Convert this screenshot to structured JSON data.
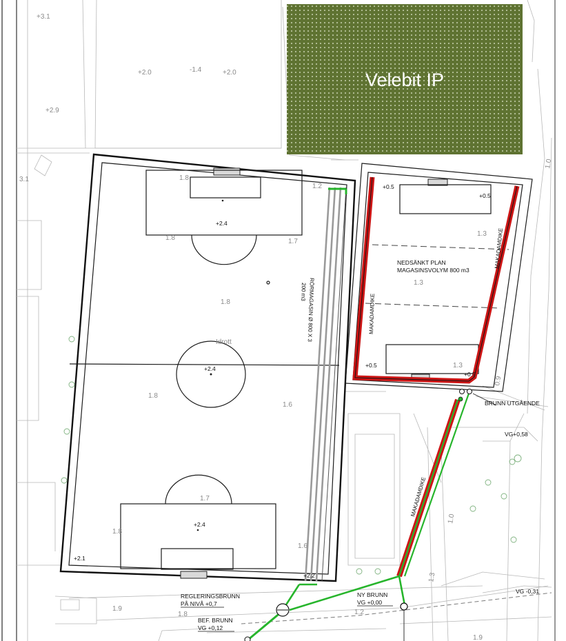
{
  "colors": {
    "velebit_fill": "#5f7332",
    "magasin_red": "#cc1616",
    "pipe_green": "#27b52c",
    "pipe_gray": "#9a9a9a",
    "linework": "#1c1c1c"
  },
  "velebit": {
    "label": "Velebit IP"
  },
  "labels": {
    "rormagasin_line1": "RÖRMAGASIN Ø 800 X 3",
    "rormagasin_line2": "200 m3",
    "nedsankt_line1": "NEDSÄNKT PLAN",
    "nedsankt_line2": "MAGASINSVOLYM 800 m3",
    "makadamdike_left": "MAKADAMDIKE",
    "makadamdike_right": "MAKADAMDIKE",
    "makadamdike_pipe": "MAKADAMDIKE",
    "brunn_utgaende": "BRUNN UTGÅENDE",
    "regleringsbrunn_line1": "REGLERINGSBRUNN",
    "regleringsbrunn_line2": "PÅ NIVÅ +0,7",
    "bef_brunn_line1": "BEF. BRUNN",
    "bef_brunn_line2": "VG +0,12",
    "ny_brunn_line1": "NY BRUNN",
    "ny_brunn_line2": "VG +0,00",
    "vg_058": "VG+0,58",
    "vg_031": "VG -0,31",
    "idrott": "Idrott"
  },
  "spot_heights": {
    "h01": "+3.1",
    "h02": "+2.0",
    "h03": "-1.4",
    "h04": "+2.0",
    "h05": "+2.9",
    "h06": "3.1",
    "h07": "1.8",
    "h08": "1.2",
    "h09": "+2.4",
    "h10": "1.8",
    "h11": "1.7",
    "h12": "1.8",
    "h13": "+2.4",
    "h14": "1.8",
    "h15": "1.6",
    "h16": "1.7",
    "h17": "+2.4",
    "h18": "1.8",
    "h19": "1.6",
    "h20": "+2.1",
    "h21": "+2.2",
    "h22": "+0.5",
    "h23": "+0.5",
    "h24": "1.3",
    "h25": "1.3",
    "h26": "+0.5",
    "h27": "1.3",
    "h28": "+0.5",
    "h29": "1.9",
    "h30": "1.8",
    "h31": "1.2",
    "h32": "1.9",
    "h33": "1.0",
    "h34": "0.9",
    "h35": "1.0",
    "h36": "1.3"
  }
}
